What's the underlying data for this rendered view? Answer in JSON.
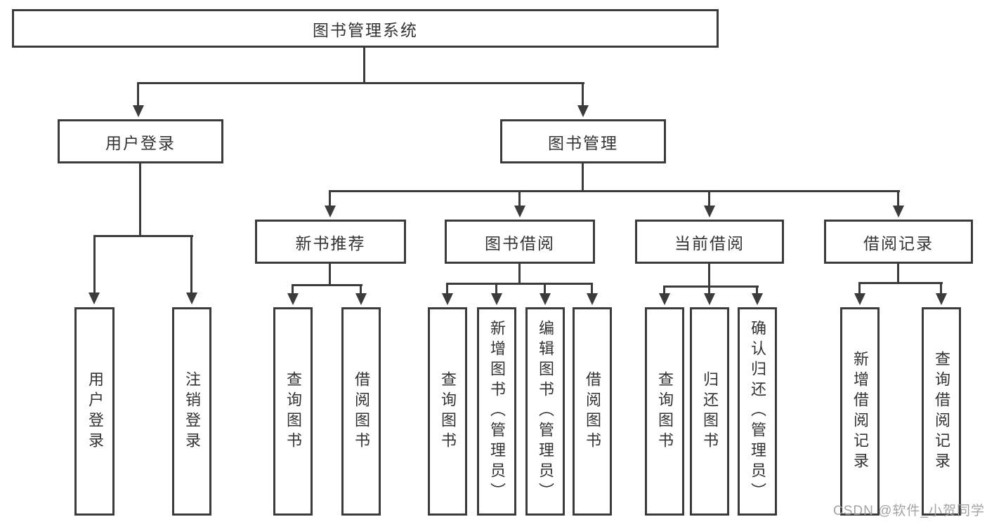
{
  "diagram_type": "tree",
  "tree": {
    "root": "图书管理系统",
    "branches": [
      {
        "label": "用户登录",
        "children": [
          "用户登录",
          "注销登录"
        ]
      },
      {
        "label": "图书管理",
        "sections": [
          {
            "label": "新书推荐",
            "children": [
              "查询图书",
              "借阅图书"
            ]
          },
          {
            "label": "图书借阅",
            "children": [
              "查询图书",
              "新增图书（管理员）",
              "编辑图书（管理员）",
              "借阅图书"
            ]
          },
          {
            "label": "当前借阅",
            "children": [
              "查询图书",
              "归还图书",
              "确认归还（管理员）"
            ]
          },
          {
            "label": "借阅记录",
            "children": [
              "新增借阅记录",
              "查询借阅记录"
            ]
          }
        ]
      }
    ]
  },
  "watermark": "CSDN @软件_小贺同学",
  "colors": {
    "line": "#3b3b3b",
    "text": "#333333",
    "watermark": "#9e9e9e",
    "background": "#ffffff"
  }
}
